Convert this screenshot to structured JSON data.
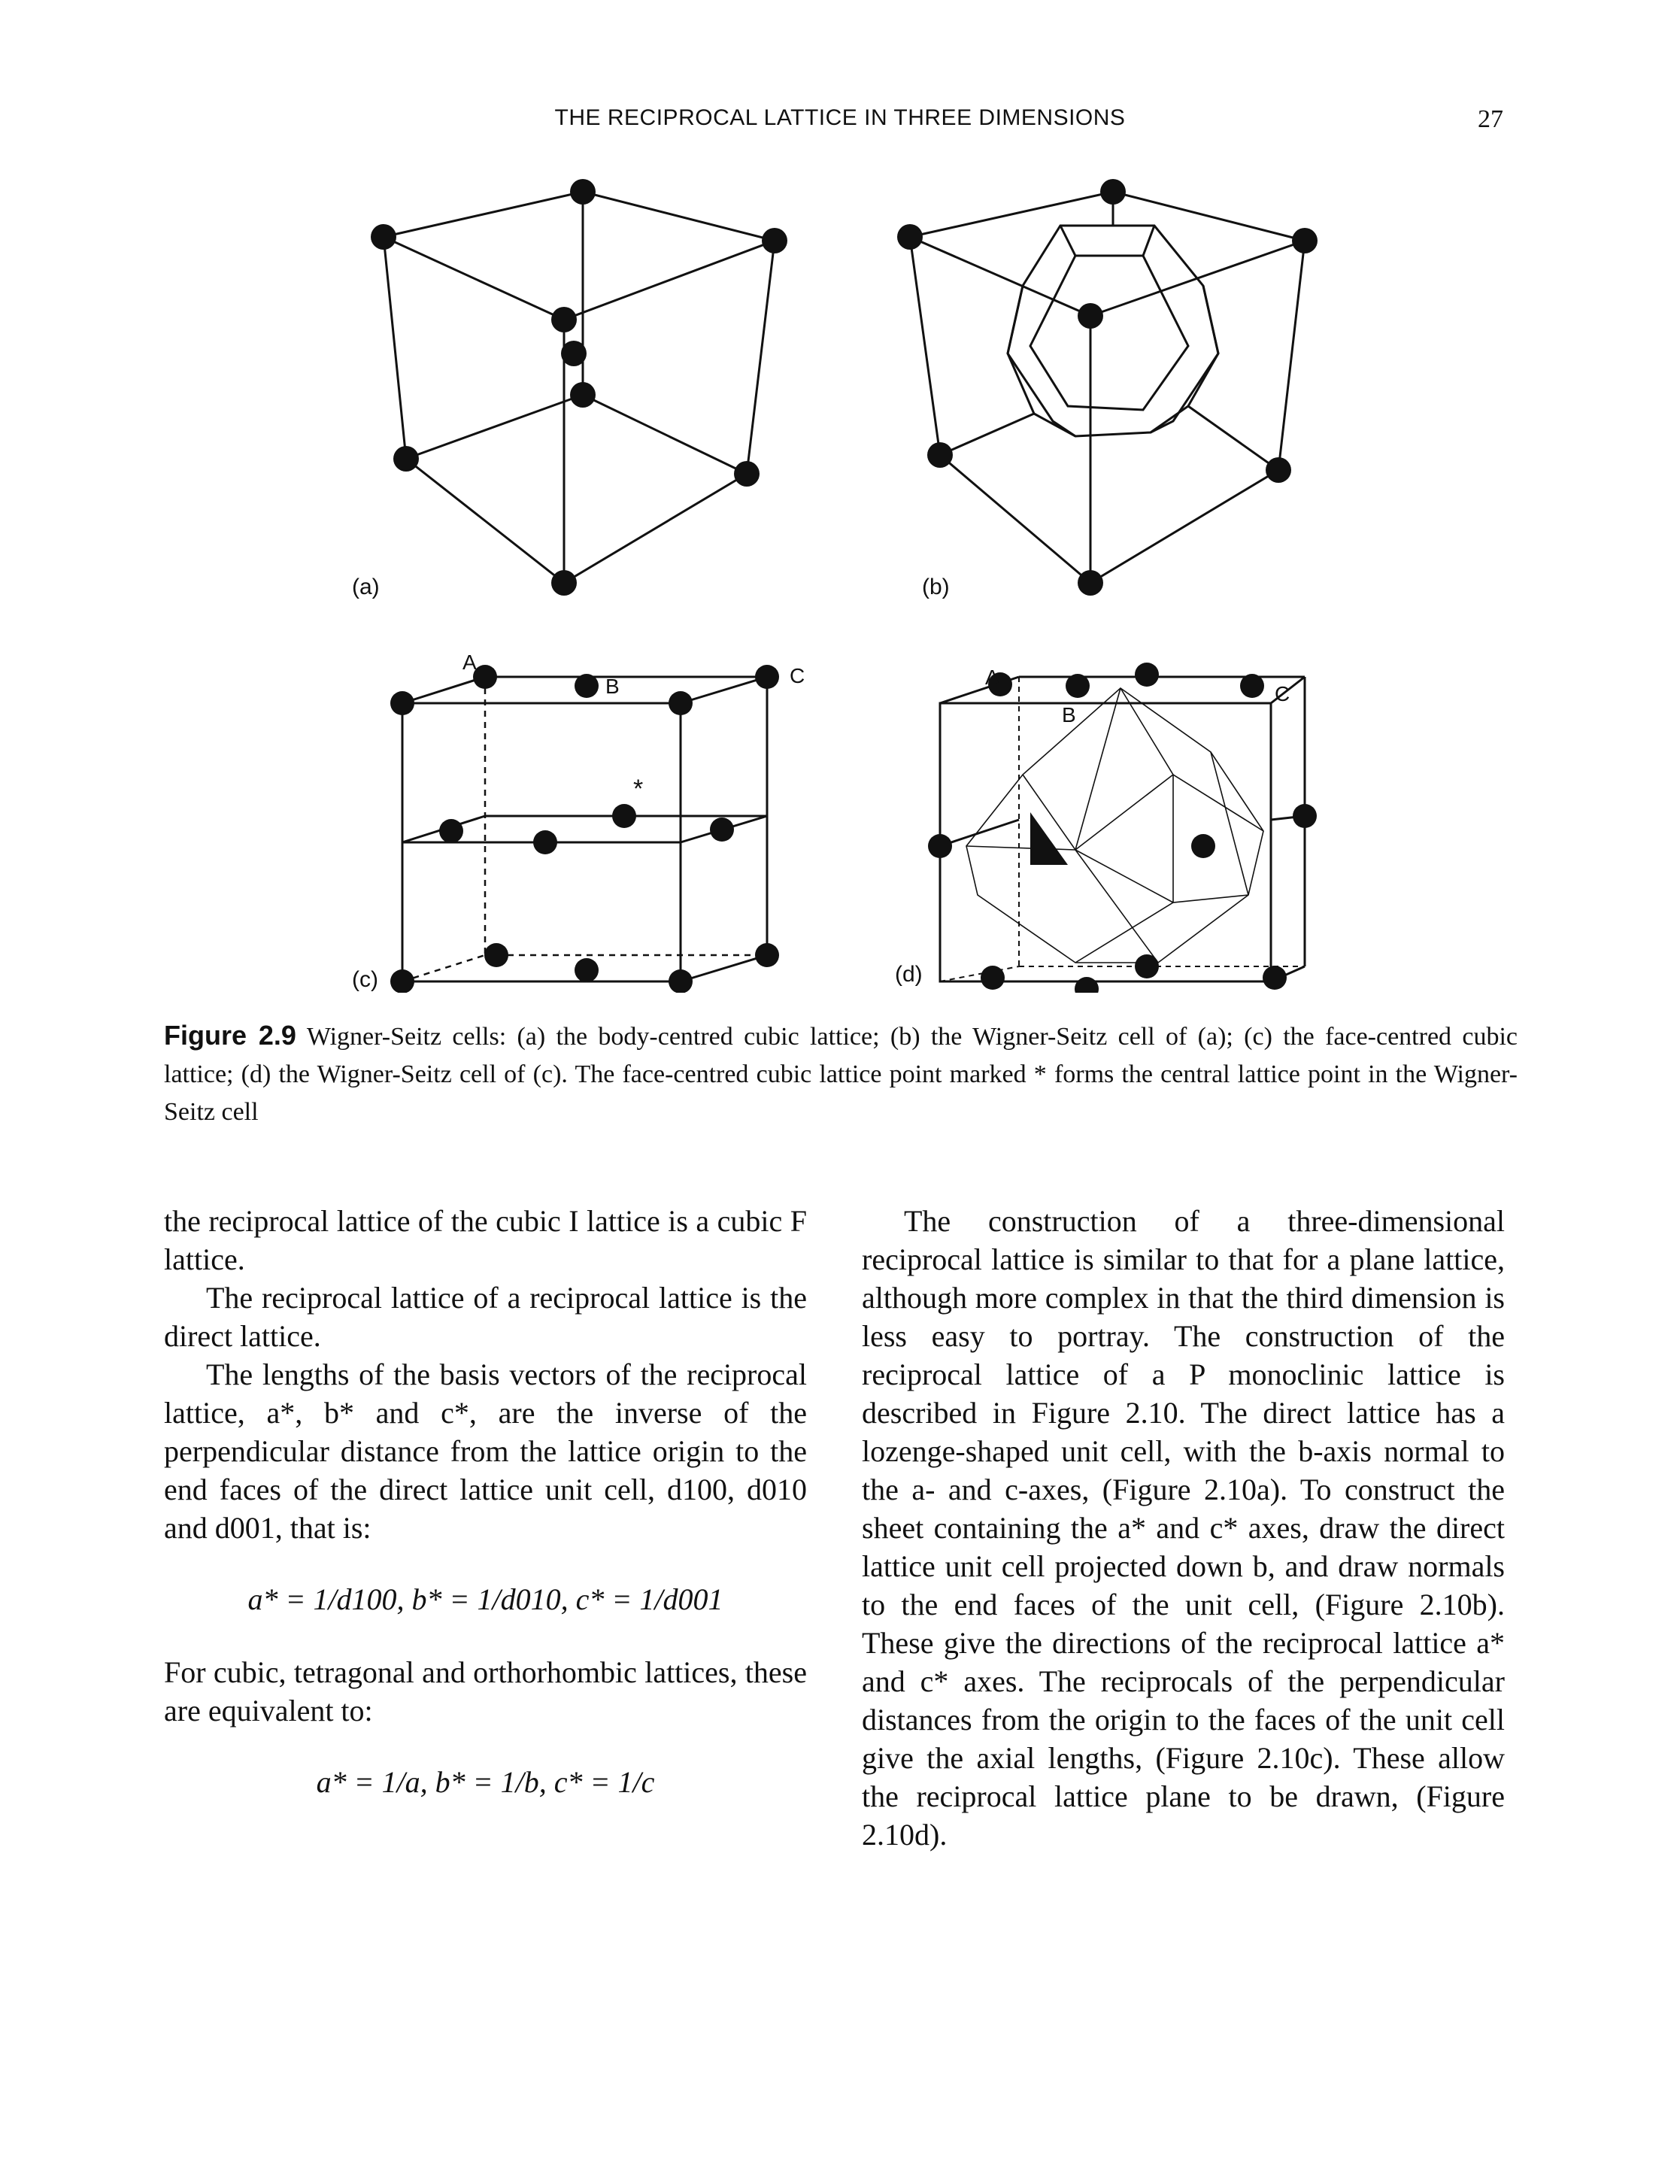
{
  "header": {
    "running_title": "THE RECIPROCAL LATTICE IN THREE DIMENSIONS",
    "page_number": "27"
  },
  "figure": {
    "panel_labels": {
      "a": "(a)",
      "b": "(b)",
      "c": "(c)",
      "d": "(d)"
    },
    "point_labels_c": {
      "A": "A",
      "B": "B",
      "C": "C",
      "star": "*"
    },
    "point_labels_d": {
      "A": "A",
      "B": "B",
      "C": "C"
    }
  },
  "caption": {
    "label": "Figure 2.9",
    "text": "Wigner-Seitz cells: (a) the body-centred cubic lattice; (b) the Wigner-Seitz cell of (a); (c) the face-centred cubic lattice; (d) the Wigner-Seitz cell of (c). The face-centred cubic lattice point marked * forms the central lattice point in the Wigner-Seitz cell"
  },
  "left_column": {
    "p1": "the reciprocal lattice of the cubic I lattice is a cubic F lattice.",
    "p2": "The reciprocal lattice of a reciprocal lattice is the direct lattice.",
    "p3": "The lengths of the basis vectors of the reciprocal lattice, a*, b* and c*, are the inverse of the perpendicular distance from the lattice origin to the end faces of the direct lattice unit cell, d100, d010 and d001, that is:",
    "eq1": "a* = 1/d100,  b* = 1/d010,  c* = 1/d001",
    "p4": "For cubic, tetragonal and orthorhombic lattices, these are equivalent to:",
    "eq2": "a* = 1/a,  b* = 1/b,  c* = 1/c"
  },
  "right_column": {
    "p1": "The construction of a three-dimensional reciprocal lattice is similar to that for a plane lattice, although more complex in that the third dimension is less easy to portray. The construction of the reciprocal lattice of a P monoclinic lattice is described in Figure 2.10. The direct lattice has a lozenge-shaped unit cell, with the b-axis normal to the a- and c-axes, (Figure 2.10a). To construct the sheet containing the a* and c* axes, draw the direct lattice unit cell projected down b, and draw normals to the end faces of the unit cell, (Figure 2.10b). These give the directions of the reciprocal lattice a* and c* axes. The reciprocals of the perpendicular distances from the origin to the faces of the unit cell give the axial lengths, (Figure 2.10c). These allow the reciprocal lattice plane to be drawn, (Figure 2.10d)."
  }
}
